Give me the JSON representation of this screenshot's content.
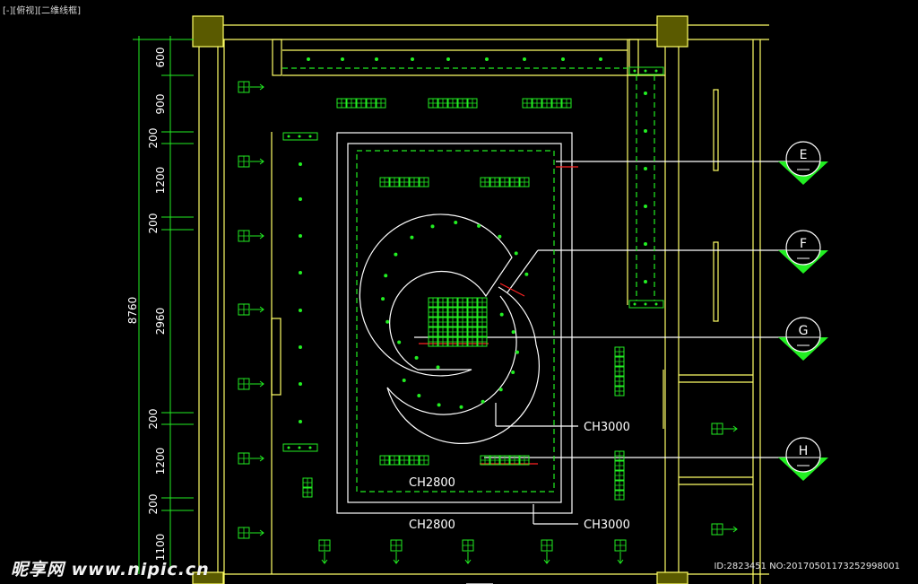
{
  "viewport_label": "[-][俯视][二维线框]",
  "overall_dimension": "8760",
  "dimensions": [
    "600",
    "900",
    "200",
    "1200",
    "200",
    "2960",
    "200",
    "1200",
    "200",
    "1100"
  ],
  "section_markers": [
    "E",
    "F",
    "G",
    "H"
  ],
  "ceiling_notes": {
    "outer_ch": "CH2800",
    "inner_ch": "CH2800",
    "curve_ch": "CH3000",
    "frame_ch": "CH3000"
  },
  "watermark": {
    "site": "昵享网 www.nipic.cn",
    "id": "ID:2823451 NO:20170501173252998001"
  },
  "colors": {
    "wall": "#ffff66",
    "fixture": "#22ee22",
    "line": "#ffffff",
    "accent": "#ff2222",
    "background": "#000000"
  }
}
